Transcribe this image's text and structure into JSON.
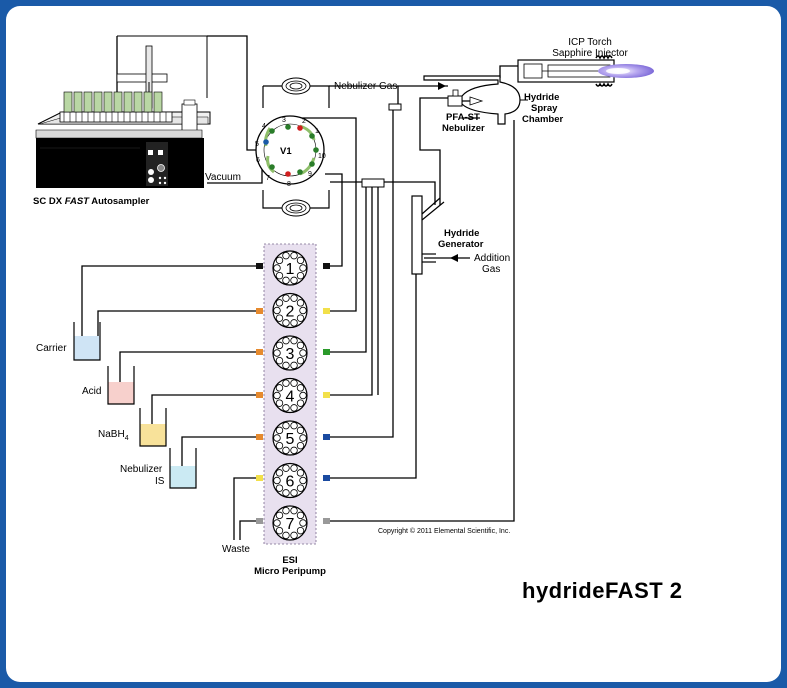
{
  "title": "hydrideFAST 2",
  "copyright": "Copyright © 2011 Elemental Scientific, Inc.",
  "labels": {
    "icp_torch_line1": "ICP Torch",
    "icp_torch_line2": "Sapphire Injector",
    "nebulizer_gas": "Nebulizer Gas",
    "hydride_spray_line1": "Hydride",
    "hydride_spray_line2": "Spray",
    "hydride_spray_line3": "Chamber",
    "pfa_line1": "PFA-ST",
    "pfa_line2": "Nebulizer",
    "valve": "V1",
    "vacuum": "Vacuum",
    "autosampler_prefix": "SC DX ",
    "autosampler_fast": "FAST",
    "autosampler_suffix": " Autosampler",
    "hydride_gen_line1": "Hydride",
    "hydride_gen_line2": "Generator",
    "addition_line1": "Addition",
    "addition_line2": "Gas",
    "carrier": "Carrier",
    "acid": "Acid",
    "nabh4_main": "NaBH",
    "nabh4_sub": "4",
    "nebulizer_is_line1": "Nebulizer",
    "nebulizer_is_line2": "IS",
    "waste": "Waste",
    "esi_line1": "ESI",
    "esi_line2": "Micro Peripump"
  },
  "valve_ports": [
    "1",
    "2",
    "3",
    "4",
    "5",
    "6",
    "7",
    "8",
    "9",
    "10"
  ],
  "pump_channels": [
    "1",
    "2",
    "3",
    "4",
    "5",
    "6",
    "7"
  ],
  "colors": {
    "frame": "#1a5aa8",
    "carrier_liquid": "#cfe4f5",
    "acid_liquid": "#f7d0cc",
    "nabh4_liquid": "#f8e29a",
    "nebulizer_is_liquid": "#cbeaf3",
    "pump_frame": "#e8e0ef",
    "flame": "#9f8fe8",
    "tube_green": "#7fc47a"
  }
}
